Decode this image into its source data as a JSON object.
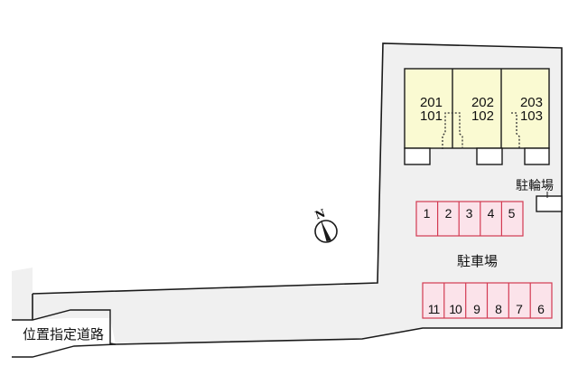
{
  "colors": {
    "lot_fill": "#f0f0f0",
    "outline": "#1a1a1a",
    "building_fill": "#fafad2",
    "parking_fill": "#fbe3ea",
    "parking_stroke": "#d33a52"
  },
  "building": {
    "units": [
      {
        "upper": "201",
        "lower": "101"
      },
      {
        "upper": "202",
        "lower": "102"
      },
      {
        "upper": "203",
        "lower": "103"
      }
    ]
  },
  "bicycle_parking": {
    "label": "駐輪場"
  },
  "parking": {
    "label": "駐車場",
    "row_top": [
      "1",
      "2",
      "3",
      "4",
      "5"
    ],
    "row_bottom": [
      "11",
      "10",
      "9",
      "8",
      "7",
      "6"
    ]
  },
  "road": {
    "label": "位置指定道路"
  },
  "compass": {
    "label": "N"
  }
}
